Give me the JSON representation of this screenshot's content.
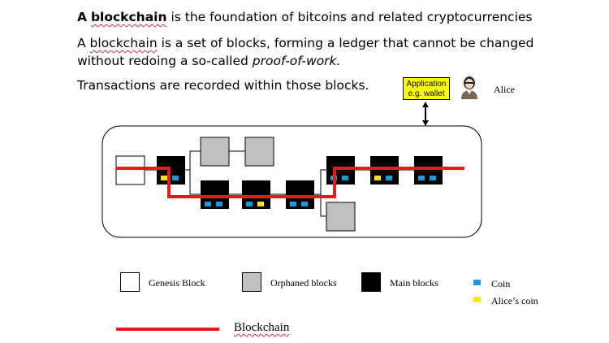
{
  "header": {
    "line1_bold_a": "A",
    "line1_term": "blockchain",
    "line1_rest": "is the foundation of bitcoins and related cryptocurrencies",
    "line2_a": "A",
    "line2_term": "blockchain",
    "line2_rest": "is a set of blocks, forming a ledger that cannot be changed",
    "line3_a": "without redoing a so-called",
    "line3_italic": "proof-of-work.",
    "line4": "Transactions are recorded within those blocks."
  },
  "application": {
    "line1": "Application",
    "line2": "e.g. wallet"
  },
  "user": {
    "name": "Alice",
    "icon": "person-icon"
  },
  "legend": {
    "genesis": "Genesis Block",
    "orphaned": "Orphaned blocks",
    "main": "Main blocks",
    "coin": "Coin",
    "alice_coin": "Alice’s coin",
    "blockchain": "Blockchain"
  },
  "colors": {
    "main_block": "#000000",
    "orphan_block": "#c0c0c0",
    "genesis_block": "#ffffff",
    "coin": "#1e9bd7",
    "alice_coin": "#ffe800",
    "chain": "#e41b17",
    "app_box": "#ffff00"
  }
}
